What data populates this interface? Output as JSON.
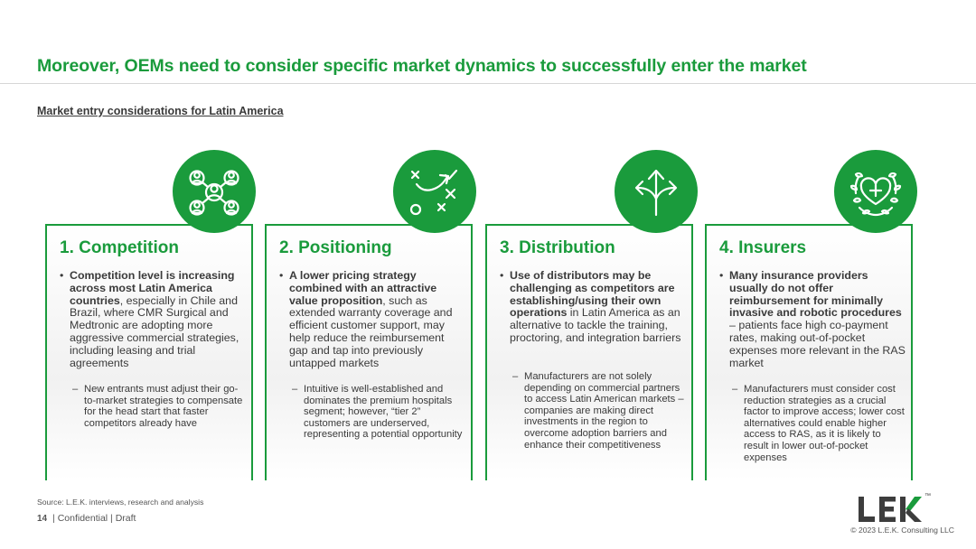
{
  "header": {
    "title": "Moreover, OEMs need to consider specific market dynamics to successfully enter the market",
    "subtitle": "Market entry considerations for Latin America"
  },
  "icons": [
    "people-network-icon",
    "strategy-play-icon",
    "diverging-arrows-icon",
    "heart-laurel-icon"
  ],
  "cards": [
    {
      "title": "1. Competition",
      "bullet_bold": "Competition level is increasing across most Latin America countries",
      "bullet_rest": ", especially in Chile and Brazil, where CMR Surgical and Medtronic are adopting more aggressive commercial strategies, including leasing and trial agreements",
      "sub": "New entrants must adjust their go-to-market strategies to compensate for the head start that faster competitors already have"
    },
    {
      "title": "2. Positioning",
      "bullet_bold": "A lower pricing strategy combined with an attractive value proposition",
      "bullet_rest": ", such as extended warranty coverage and efficient customer support, may help reduce the reimbursement gap and tap into previously untapped markets",
      "sub": "Intuitive is well-established and dominates the premium hospitals segment; however, “tier 2” customers are underserved, representing a potential opportunity"
    },
    {
      "title": "3. Distribution",
      "bullet_bold": "Use of distributors may be challenging as competitors are establishing/using their own operations",
      "bullet_rest": " in Latin America as an alternative to tackle the training, proctoring, and integration barriers",
      "sub": "Manufacturers are not solely depending on commercial partners to access Latin American markets – companies are making direct investments in the region to overcome adoption barriers and enhance their competitiveness"
    },
    {
      "title": "4. Insurers",
      "bullet_bold": "Many insurance providers usually do not offer reimbursement for minimally invasive and robotic procedures",
      "bullet_rest": " – patients face high co-payment rates, making out-of-pocket expenses more relevant in the RAS market",
      "sub": "Manufacturers must consider cost reduction strategies as a crucial factor to improve access; lower cost alternatives could enable higher access to RAS, as it is likely to result in lower out-of-pocket expenses"
    }
  ],
  "footer": {
    "source": "Source: L.E.K. interviews, research and analysis",
    "page_number": "14",
    "confidential": "| Confidential | Draft",
    "logo_text": "LEK",
    "trademark": "™",
    "copyright": "© 2023 L.E.K. Consulting LLC"
  },
  "colors": {
    "brand_green": "#1a9b3c",
    "text": "#3a3a3a",
    "rule": "#d6d6d6"
  }
}
